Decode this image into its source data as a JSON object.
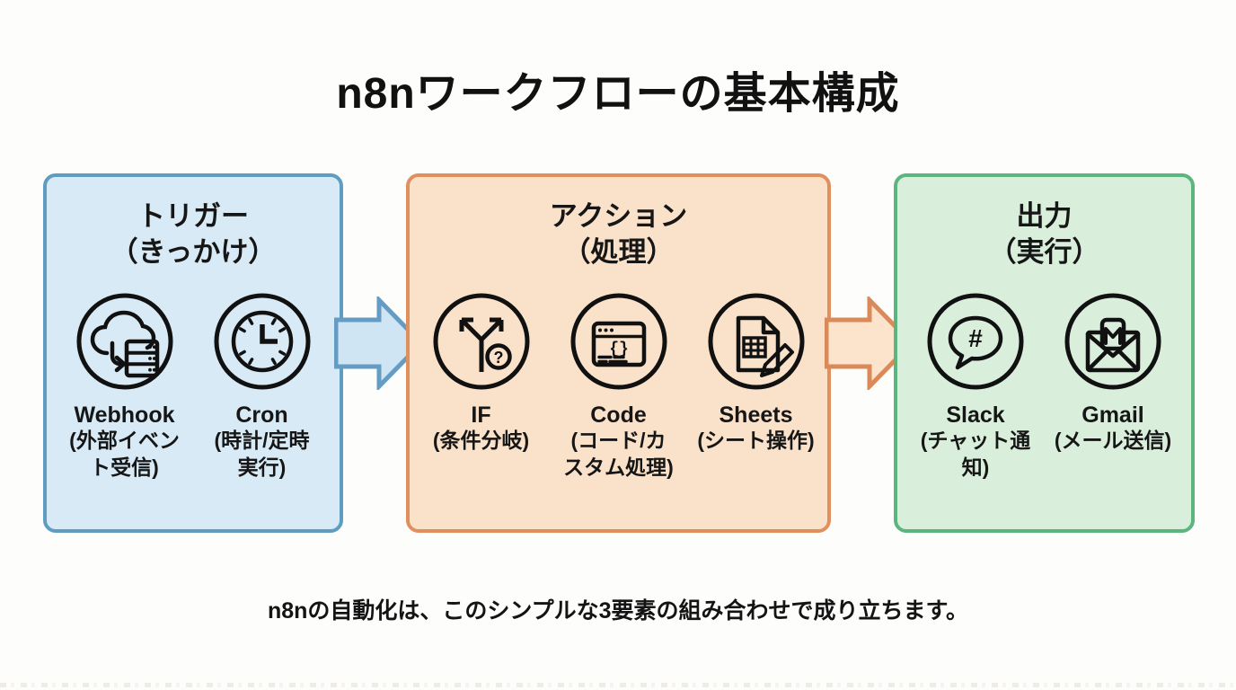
{
  "title": "n8nワークフローの基本構成",
  "caption": "n8nの自動化は、このシンプルな3要素の組み合わせで成り立ちます。",
  "colors": {
    "background": "#fdfdfb",
    "text": "#161616",
    "trigger_box_fill": "#d8eaf5",
    "trigger_box_border": "#5f9cc2",
    "action_box_fill": "#fae2ca",
    "action_box_border": "#e0905c",
    "output_box_fill": "#d9efdc",
    "output_box_border": "#5cb47e",
    "arrow1_fill": "#cfe5f4",
    "arrow1_border": "#649cc4",
    "arrow2_fill": "#fbe3cc",
    "arrow2_border": "#d98a58",
    "icon_stroke": "#111111"
  },
  "boxes": [
    {
      "title": "トリガー",
      "subtitle": "（きっかけ）",
      "items": [
        {
          "name": "Webhook",
          "icon": "cloud-server-icon",
          "desc_lines": [
            "(外部イベン",
            "ト受信)"
          ]
        },
        {
          "name": "Cron",
          "icon": "clock-icon",
          "desc_lines": [
            "(時計/定時",
            "実行)"
          ]
        }
      ]
    },
    {
      "title": "アクション",
      "subtitle": "（処理）",
      "items": [
        {
          "name": "IF",
          "icon": "branch-question-icon",
          "desc_lines": [
            "(条件分岐)"
          ]
        },
        {
          "name": "Code",
          "icon": "code-window-icon",
          "desc_lines": [
            "(コード/カ",
            "スタム処理)"
          ]
        },
        {
          "name": "Sheets",
          "icon": "sheet-pencil-icon",
          "desc_lines": [
            "(シート操作)"
          ]
        }
      ]
    },
    {
      "title": "出力",
      "subtitle": "（実行）",
      "items": [
        {
          "name": "Slack",
          "icon": "hash-bubble-icon",
          "desc_lines": [
            "(チャット通",
            "知)"
          ]
        },
        {
          "name": "Gmail",
          "icon": "envelope-mail-icon",
          "desc_lines": [
            "(メール送信)"
          ]
        }
      ]
    }
  ]
}
